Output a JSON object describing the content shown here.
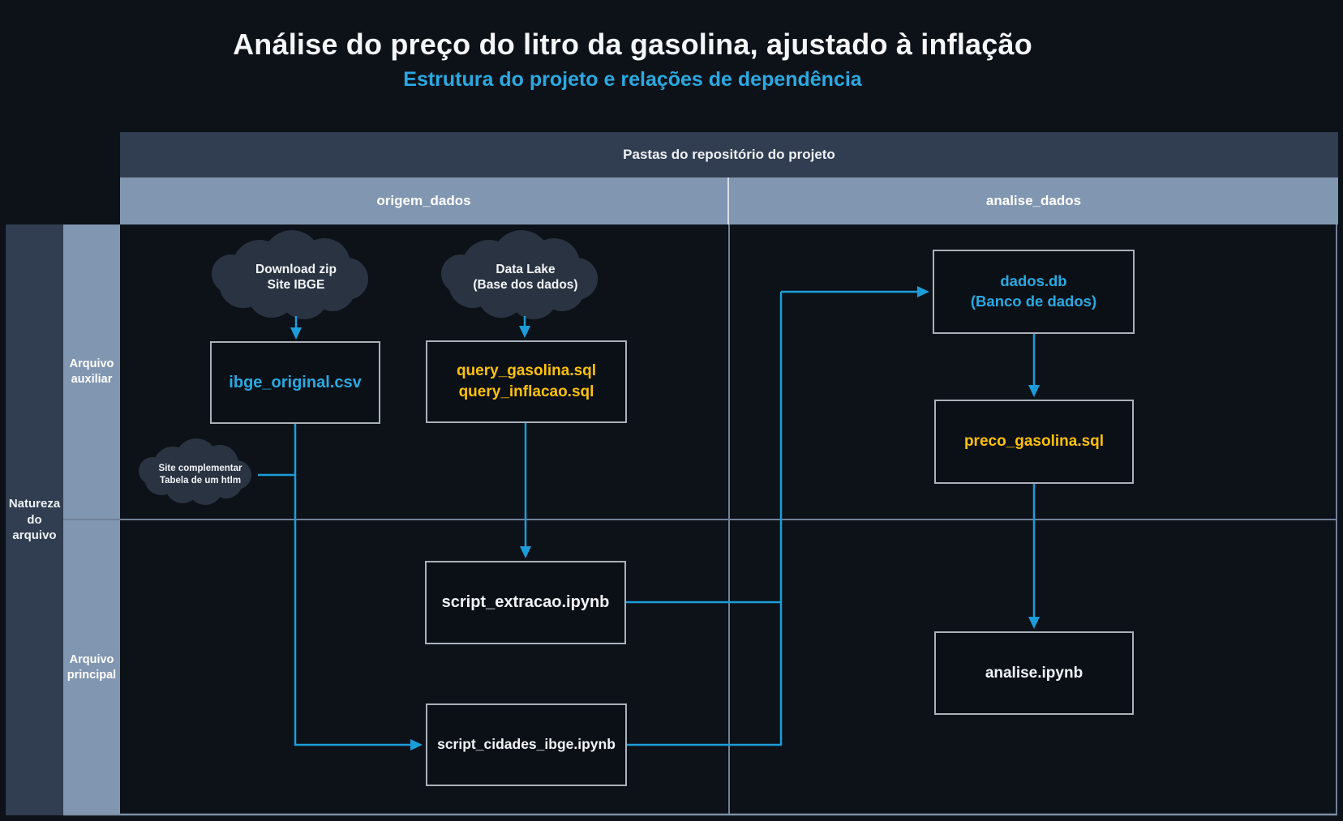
{
  "title": "Análise do preço do litro da gasolina, ajustado à inflação",
  "subtitle": "Estrutura do projeto e relações de dependência",
  "colors": {
    "background": "#0d1219",
    "accent_blue_text": "#29a9e1",
    "connector_blue": "#1b9dd9",
    "accent_yellow": "#ffc107",
    "header_dark": "#313d50",
    "header_light": "#8196b1",
    "box_border": "#aab1bb",
    "grid_line": "#6f8198",
    "cloud_fill": "#2a3341",
    "text_white": "#f2f5f8"
  },
  "table": {
    "title": "Pastas do repositório do projeto",
    "columns": [
      {
        "label": "origem_dados"
      },
      {
        "label": "analise_dados"
      }
    ],
    "row_axis_title": "Natureza\ndo\narquivo",
    "rows": [
      {
        "label": "Arquivo\nauxiliar"
      },
      {
        "label": "Arquivo\nprincipal"
      }
    ]
  },
  "clouds": [
    {
      "label": "Download zip\nSite IBGE"
    },
    {
      "label": "Data Lake\n(Base dos dados)"
    },
    {
      "label": "Site complementar\nTabela de um htlm"
    }
  ],
  "nodes": [
    {
      "label": "ibge_original.csv",
      "color": "cyan"
    },
    {
      "label": "query_gasolina.sql\nquery_inflacao.sql",
      "color": "yellow"
    },
    {
      "label": "script_extracao.ipynb",
      "color": "white"
    },
    {
      "label": "script_cidades_ibge.ipynb",
      "color": "white"
    },
    {
      "label": "dados.db\n(Banco de dados)",
      "color": "cyan"
    },
    {
      "label": "preco_gasolina.sql",
      "color": "yellow"
    },
    {
      "label": "analise.ipynb",
      "color": "white"
    }
  ]
}
